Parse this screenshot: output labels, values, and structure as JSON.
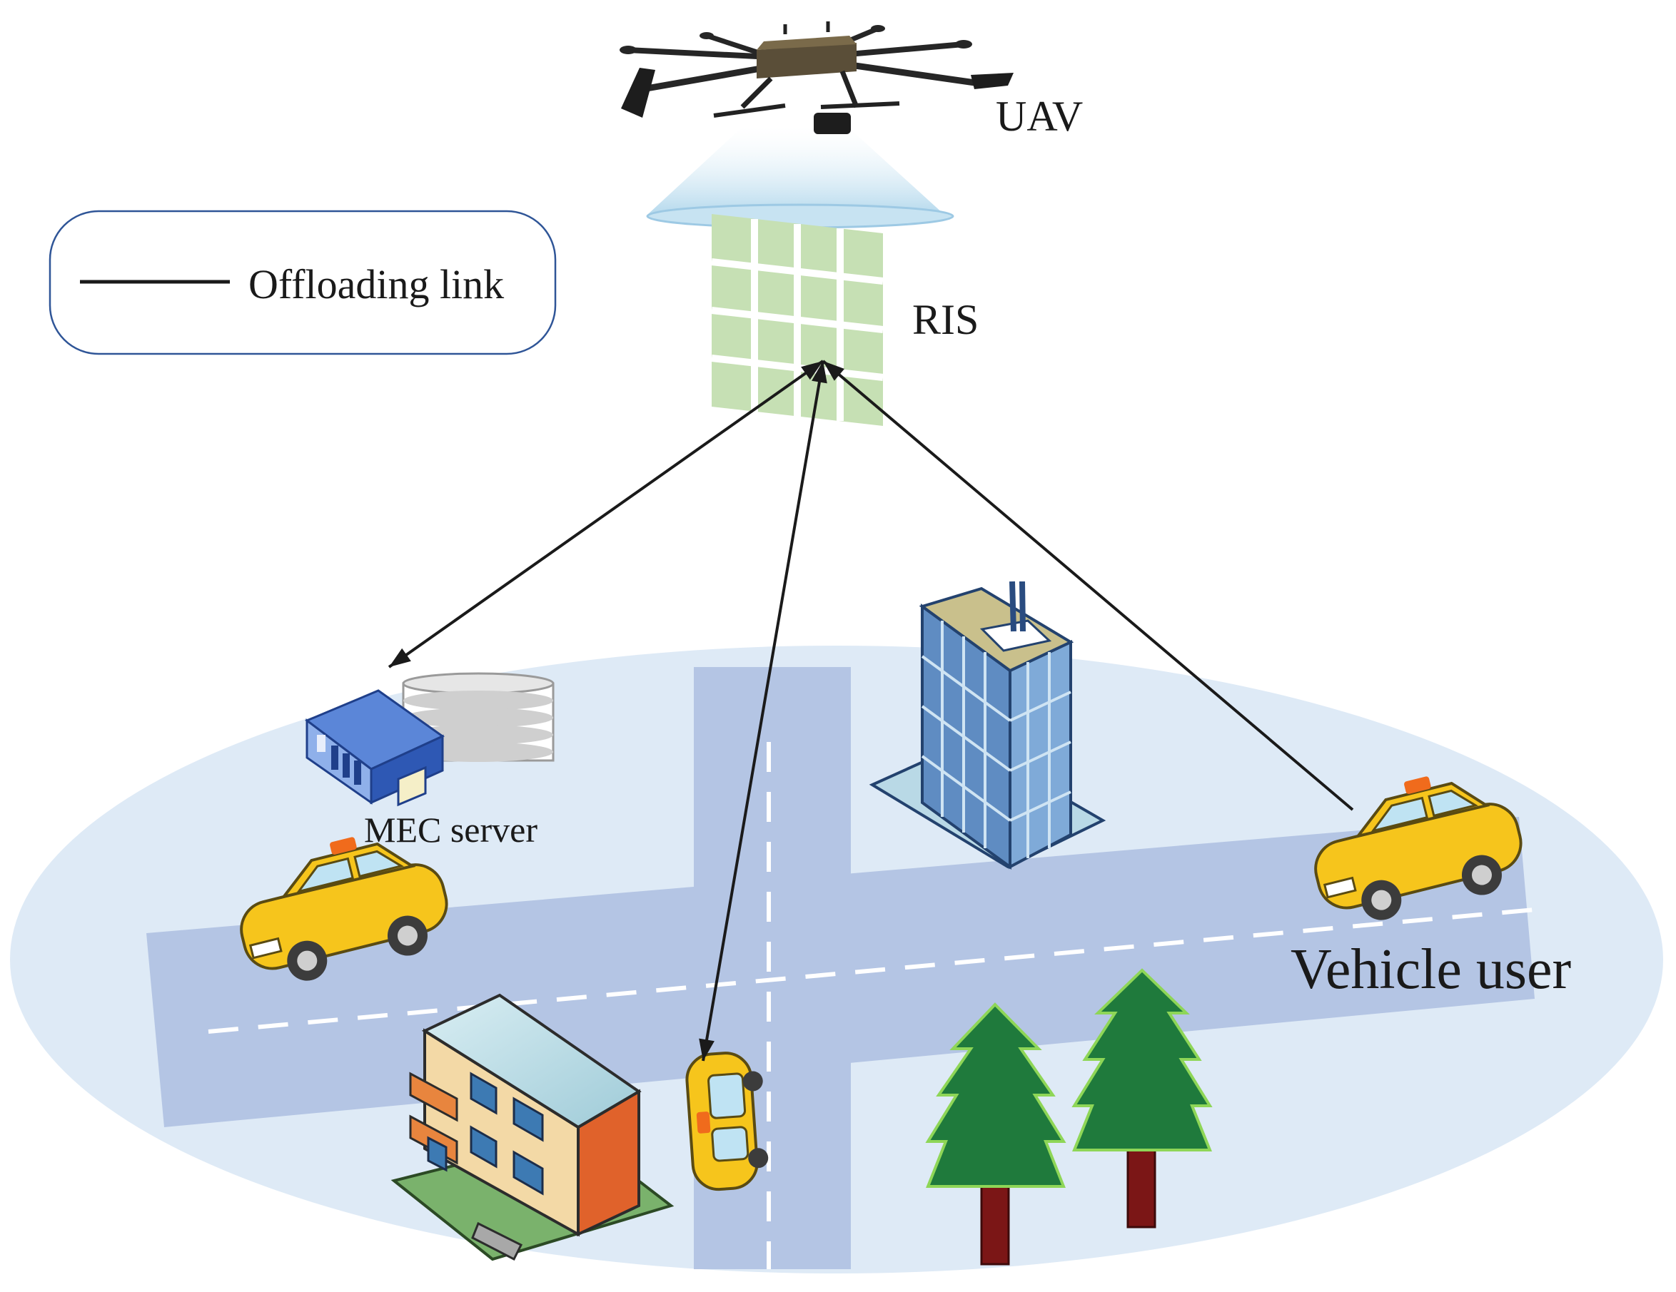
{
  "labels": {
    "uav": "UAV",
    "ris": "RIS",
    "mec": "MEC server",
    "vehicle": "Vehicle user"
  },
  "legend": {
    "link_label": "Offloading link"
  },
  "colors": {
    "ground": "#deeaf6",
    "road": "#b4c5e4",
    "ris_panel": "#c6e0b4",
    "car_body": "#f6c51c",
    "tree": "#1f7a3c",
    "trunk": "#7b1616",
    "legend_border": "#2f5597"
  }
}
